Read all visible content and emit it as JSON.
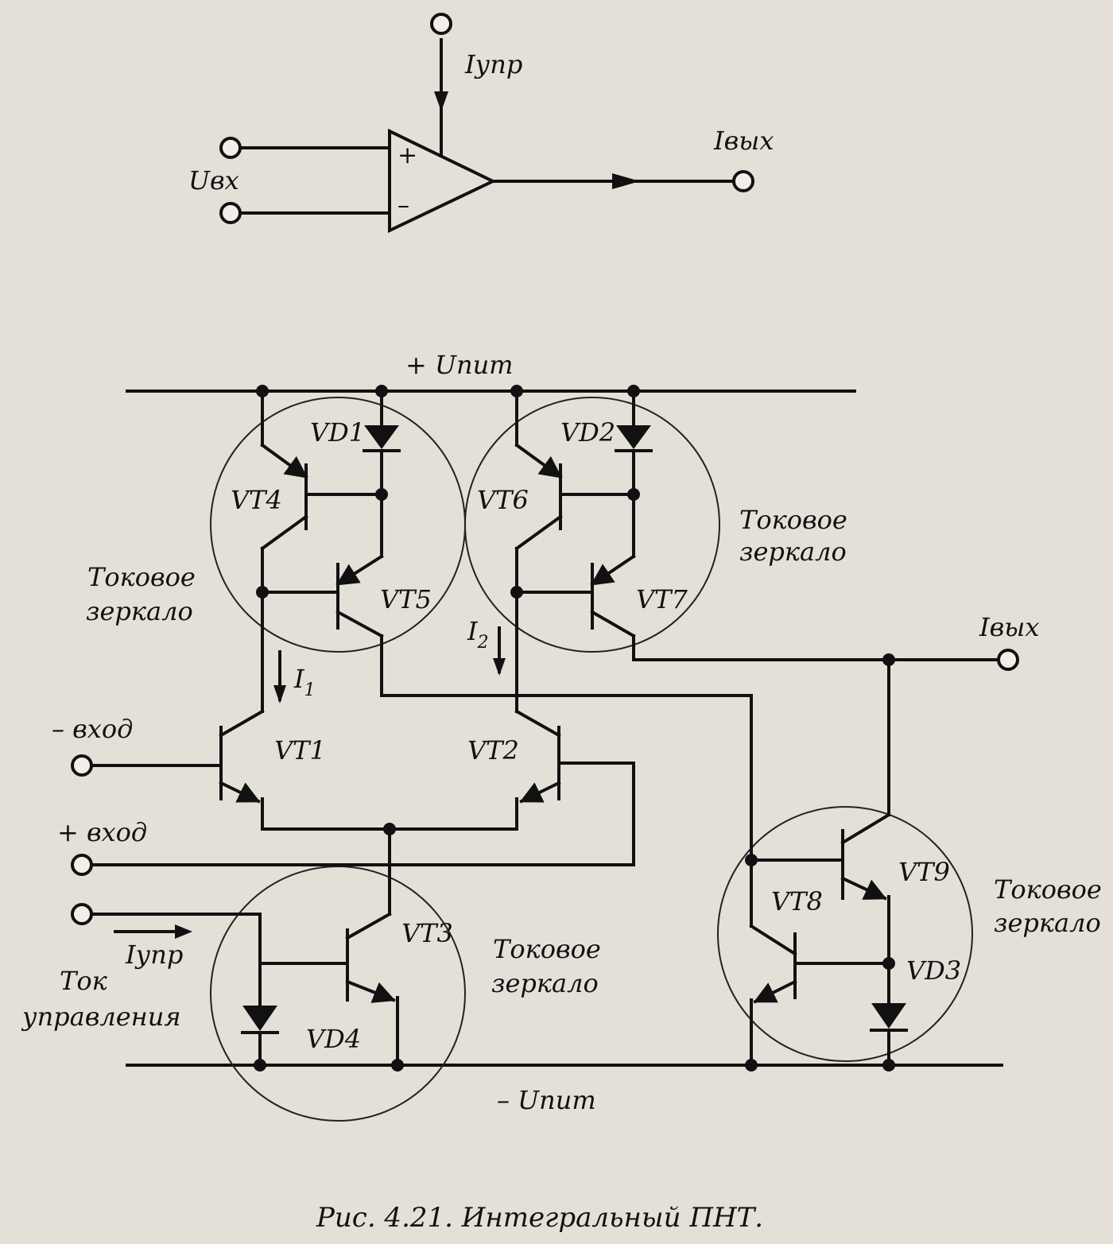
{
  "symbol": {
    "control_current": "Iупр",
    "input_voltage": "Uвх",
    "output_current": "Iвых",
    "plus_sign": "+",
    "minus_sign": "–"
  },
  "rails": {
    "positive": "+ Uпит",
    "negative": "– Uпит"
  },
  "transistors": {
    "vt1": "VT1",
    "vt2": "VT2",
    "vt3": "VT3",
    "vt4": "VT4",
    "vt5": "VT5",
    "vt6": "VT6",
    "vt7": "VT7",
    "vt8": "VT8",
    "vt9": "VT9"
  },
  "diodes": {
    "vd1": "VD1",
    "vd2": "VD2",
    "vd3": "VD3",
    "vd4": "VD4"
  },
  "mirror_label_line1": "Токовое",
  "mirror_label_line2": "зеркало",
  "currents": {
    "i1": "I",
    "i1_sub": "1",
    "i2": "I",
    "i2_sub": "2",
    "output": "Iвых",
    "control": "Iупр"
  },
  "inputs": {
    "minus": "–  вход",
    "plus": "+  вход",
    "control_line1": "Ток",
    "control_line2": "управления"
  },
  "caption": "Рис.  4.21.  Интегральный  ПНТ."
}
